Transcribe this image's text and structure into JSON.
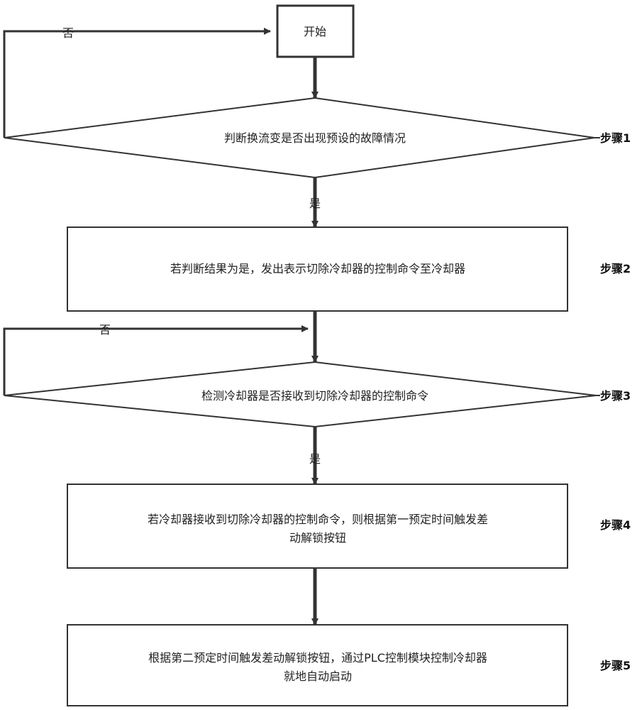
{
  "nodes": {
    "start": "开始",
    "decision1": "判断换流变是否出现预设的故障情况",
    "process2": "若判断结果为是，发出表示切除冷却器的控制命令至冷却器",
    "decision3": "检测冷却器是否接收到切除冷却器的控制命令",
    "process4": {
      "line1": "若冷却器接收到切除冷却器的控制命令，则根据第一预定时间触发差",
      "line2": "动解锁按钮"
    },
    "process5": {
      "line1": "根据第二预定时间触发差动解锁按钮，通过PLC控制模块控制冷却器",
      "line2": "就地自动启动"
    }
  },
  "edges": {
    "no1": "否",
    "yes1": "是",
    "no2": "否",
    "yes2": "是"
  },
  "steps": [
    "步骤1",
    "步骤2",
    "步骤3",
    "步骤4",
    "步骤5"
  ]
}
